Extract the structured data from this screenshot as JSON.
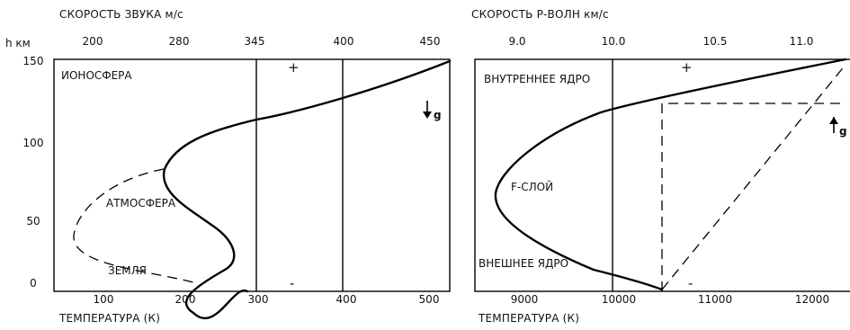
{
  "left_panel": {
    "top_axis_title": "СКОРОСТЬ ЗВУКА м/с",
    "top_ticks": [
      "200",
      "280",
      "345",
      "400",
      "450"
    ],
    "y_axis_title": "h км",
    "y_ticks": [
      "150",
      "100",
      "50",
      "0"
    ],
    "bottom_ticks": [
      "100",
      "200",
      "300",
      "400",
      "500"
    ],
    "bottom_axis_title": "ТЕМПЕРАТУРА (К)",
    "labels": {
      "ionosphere": "ИОНОСФЕРА",
      "atmosphere": "АТМОСФЕРА",
      "earth": "ЗЕМЛЯ"
    },
    "signs": {
      "plus": "+",
      "minus": "-"
    },
    "gravity_label": "g",
    "gravity_arrow": "down"
  },
  "right_panel": {
    "top_axis_title": "СКОРОСТЬ Р-ВОЛН км/с",
    "top_ticks": [
      "9.0",
      "10.0",
      "10.5",
      "11.0"
    ],
    "bottom_ticks": [
      "9000",
      "10000",
      "11000",
      "12000"
    ],
    "bottom_axis_title": "ТЕМПЕРАТУРА (К)",
    "labels": {
      "inner_core": "ВНУТРЕННЕЕ ЯДРО",
      "f_layer": "F-СЛОЙ",
      "outer_core": "ВНЕШНЕЕ ЯДРО"
    },
    "signs": {
      "plus": "+",
      "minus": "-"
    },
    "gravity_label": "g",
    "gravity_arrow": "up"
  }
}
